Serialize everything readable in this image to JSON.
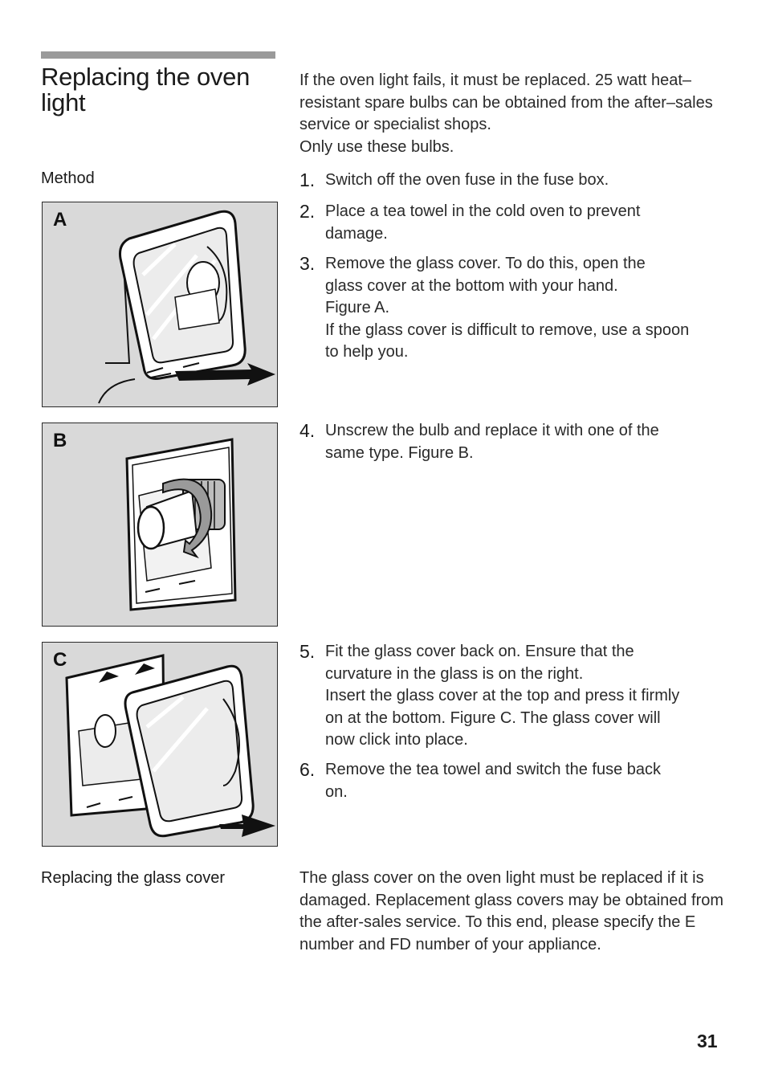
{
  "page": {
    "title": "Replacing the oven light",
    "page_number": "31"
  },
  "intro": {
    "text": "If the oven light fails, it must be replaced. 25 watt heat–resistant spare bulbs can be obtained from the after–sales service or specialist shops.",
    "note": "Only use these bulbs."
  },
  "method": {
    "heading": "Method",
    "steps": [
      {
        "num": "1.",
        "text": "Switch off the oven fuse in the fuse box."
      },
      {
        "num": "2.",
        "text": "Place a tea towel in the cold oven to prevent\ndamage."
      },
      {
        "num": "3.",
        "text": "Remove the glass cover. To do this, open the\nglass cover at the bottom with your hand.\nFigure A.\nIf the glass cover is difficult to remove, use a spoon\nto help you."
      },
      {
        "num": "4.",
        "text": "Unscrew the bulb and replace it with one of the\nsame type. Figure B."
      },
      {
        "num": "5.",
        "text": "Fit the glass cover back on. Ensure that the\ncurvature in the glass is on the right.\nInsert the glass cover at the top and press it firmly\non at the bottom. Figure C. The glass cover will\nnow click into place."
      },
      {
        "num": "6.",
        "text": "Remove the tea towel and switch the fuse back\non."
      }
    ]
  },
  "figures": [
    {
      "letter": "A",
      "icon": "glass-cover-removal-illustration"
    },
    {
      "letter": "B",
      "icon": "bulb-unscrew-illustration"
    },
    {
      "letter": "C",
      "icon": "glass-cover-refit-illustration"
    }
  ],
  "glass_cover": {
    "heading": "Replacing the glass cover",
    "text": "The glass cover on the oven light must be replaced if it is damaged. Replacement glass covers may be obtained from the after-sales service. To this end, please specify the E number and FD number of your appliance."
  },
  "colors": {
    "rule": "#9a9a9a",
    "figure_background": "#d9d9d9",
    "text": "#2a2a2a"
  }
}
